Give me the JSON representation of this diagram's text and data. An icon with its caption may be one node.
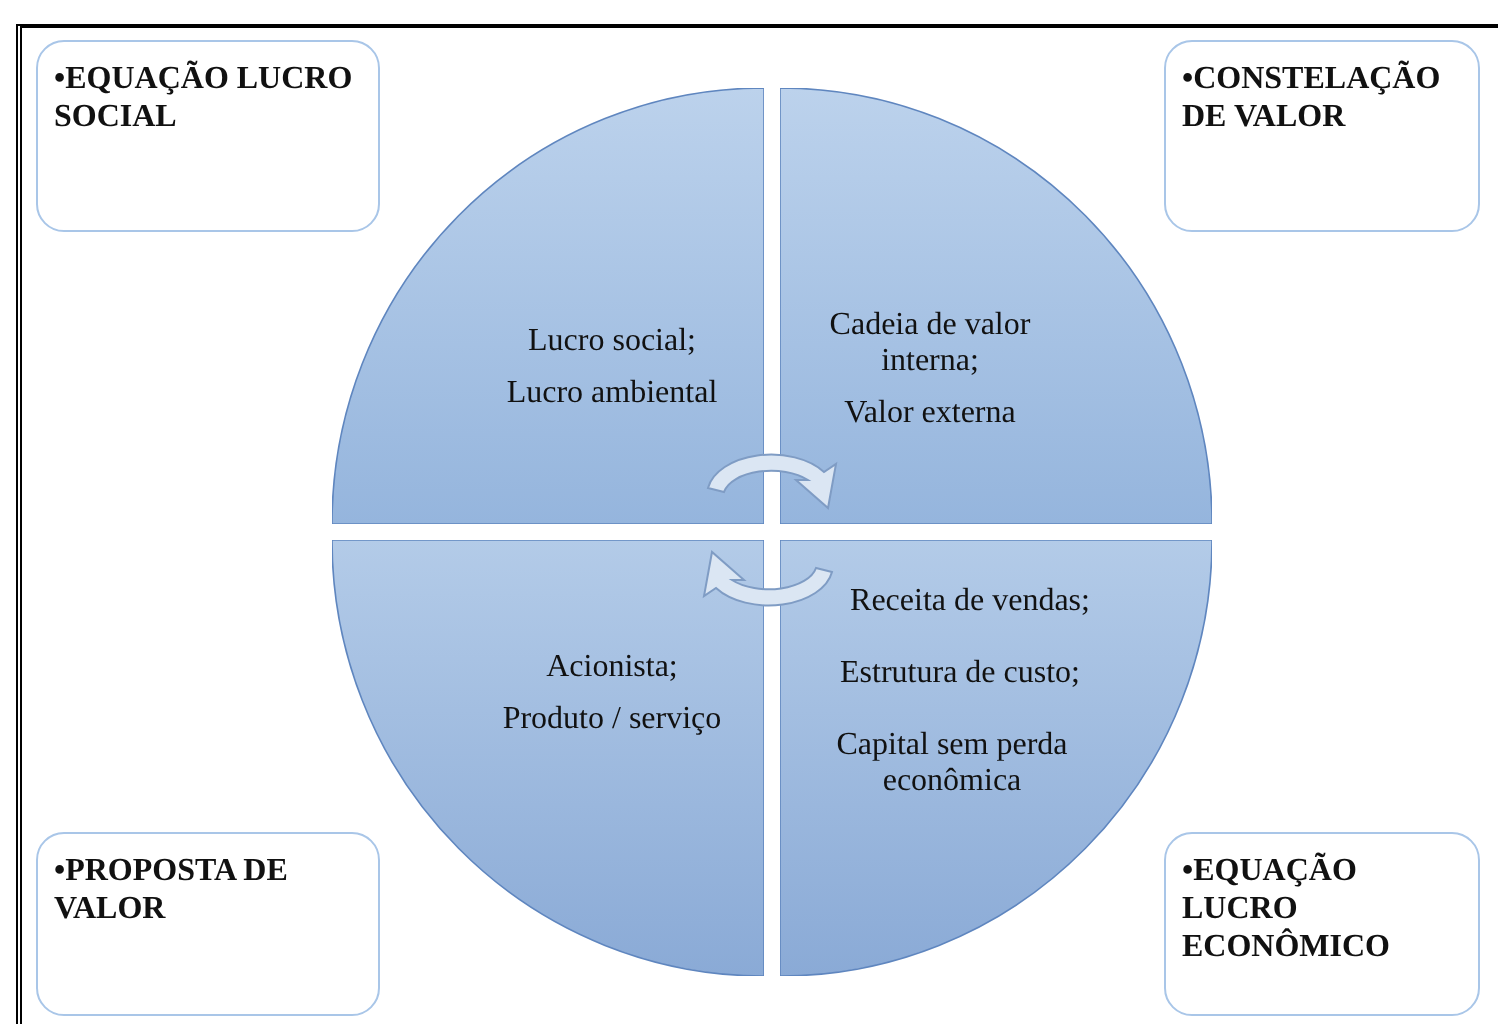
{
  "diagram": {
    "nodes": [
      {
        "text": [
          "•EQUAÇÃO LUCRO SOCIAL"
        ]
      },
      {
        "text": [
          "•CONSTELAÇÃO DE VALOR"
        ]
      },
      {
        "text": [
          "Lucro social;",
          "Lucro ambiental"
        ]
      },
      {
        "text": [
          "Cadeia de valor interna;",
          "Valor externa"
        ]
      },
      {
        "text": [
          "Acionista;",
          "Produto / serviço"
        ]
      },
      {
        "text": [
          "Receita de vendas;",
          "Estrutura de custo;",
          "Capital sem perda econômica"
        ]
      },
      {
        "text": [
          "•PROPOSTA DE VALOR"
        ]
      },
      {
        "text": [
          "•EQUAÇÃO LUCRO ECONÔMICO"
        ]
      }
    ]
  }
}
